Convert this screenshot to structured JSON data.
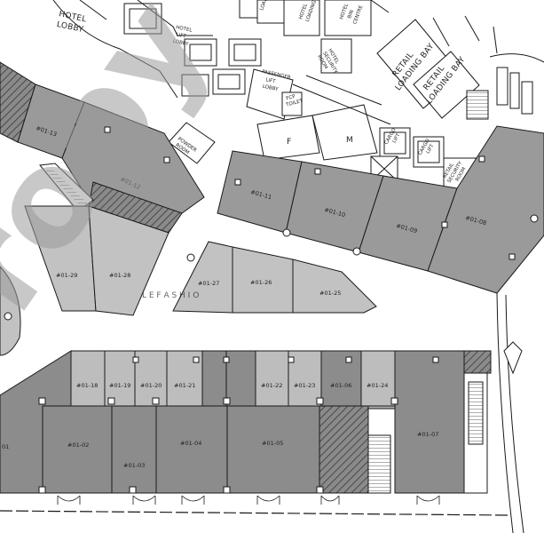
{
  "areas": {
    "hotel_lobby": [
      "HOTEL",
      "LOBBY"
    ],
    "hotel_lift_lobby": [
      "HOTEL",
      "LIFT",
      "LOBBY"
    ],
    "passenger_lift_lobby": [
      "PASSENGER",
      "LIFT",
      "LOBBY"
    ],
    "hotel_loading": [
      "HOTEL",
      "LOADING"
    ],
    "hotel_bin_centre": [
      "HOTEL",
      "BIN",
      "CENTRE"
    ],
    "hotel_security_room": [
      "HOTEL",
      "SECURITY",
      "ROOM"
    ],
    "retail_loading_bay_1": [
      "RETAIL",
      "LOADING BAY"
    ],
    "retail_loading_bay_2": [
      "RETAIL",
      "LOADING BAY"
    ],
    "loading_top": "LOADIN",
    "powder_room": [
      "POWDER",
      "ROOM"
    ],
    "fcp_toilet": [
      "FCP",
      "TOILET"
    ],
    "cargo_lift_1": [
      "CARGO",
      "LIFT"
    ],
    "cargo_lift_2": [
      "CARGO",
      "LIFT"
    ],
    "retail_security_room": [
      "RETAIL",
      "SECURITY",
      "ROOM"
    ],
    "toilet_f": "F",
    "toilet_m": "M"
  },
  "units": {
    "u01_13": "#01-13",
    "u01_12": "#01-12",
    "u01_11": "#01-11",
    "u01_10": "#01-10",
    "u01_09": "#01-09",
    "u01_08": "#01-08",
    "u01_29": "#01-29",
    "u01_28": "#01-28",
    "u01_27": "#01-27",
    "u01_26": "#01-26",
    "u01_25": "#01-25",
    "u01_18": "#01-18",
    "u01_19": "#01-19",
    "u01_20": "#01-20",
    "u01_21": "#01-21",
    "u01_22": "#01-22",
    "u01_23": "#01-23",
    "u01_06": "#01-06",
    "u01_24": "#01-24",
    "u01_01": "01",
    "u01_02": "#01-02",
    "u01_03": "#01-03",
    "u01_04": "#01-04",
    "u01_05": "#01-05",
    "u01_07": "#01-07"
  },
  "watermark": {
    "large": "ropy",
    "faint": "L E  F A S H I O"
  },
  "colors": {
    "unit_fill": "#9a9a9a",
    "unit_light": "#c2c2c2",
    "unit_dark": "#8c8c8c",
    "line": "#1a1a1a",
    "watermark": "#9b9b9b"
  }
}
